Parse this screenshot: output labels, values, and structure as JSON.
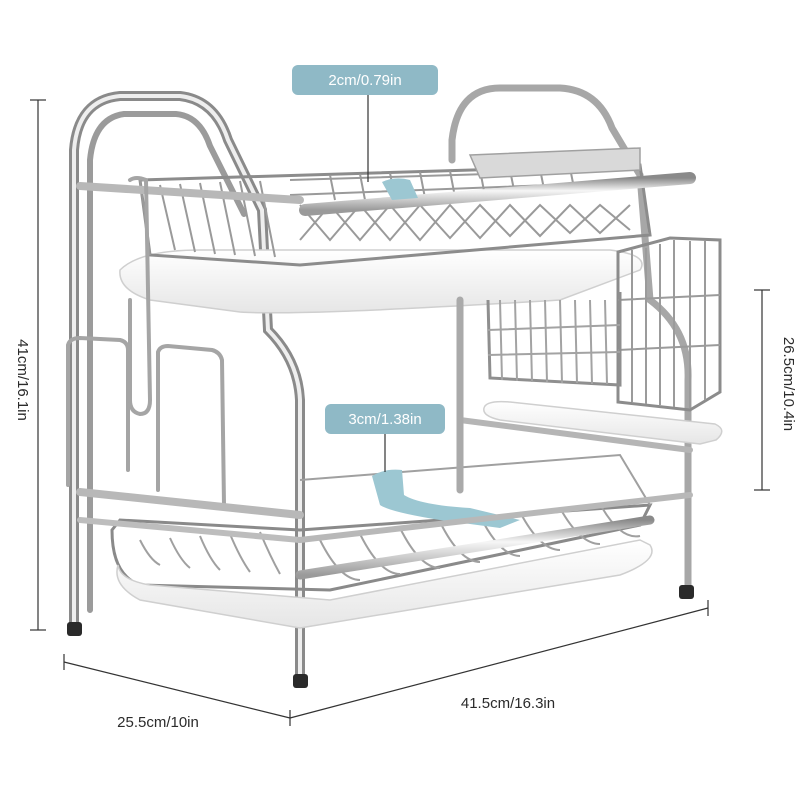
{
  "product": {
    "name": "2-tier stainless steel dish drying rack",
    "colors": {
      "badge": "#8fb9c6",
      "slot_insert": "#9cc7d2",
      "steel_dark": "#8d8d8d",
      "steel_light": "#e8e8e8",
      "tray": "#f1f1f1",
      "foot": "#2a2a2a",
      "dimension_line": "#333333"
    }
  },
  "dimensions": {
    "total_height": "41cm/16.1in",
    "inner_height": "26.5cm/10.4in",
    "depth": "25.5cm/10in",
    "width": "41.5cm/16.3in",
    "top_slot_gap": "2cm/0.79in",
    "bottom_slot_gap": "3cm/1.38in"
  }
}
